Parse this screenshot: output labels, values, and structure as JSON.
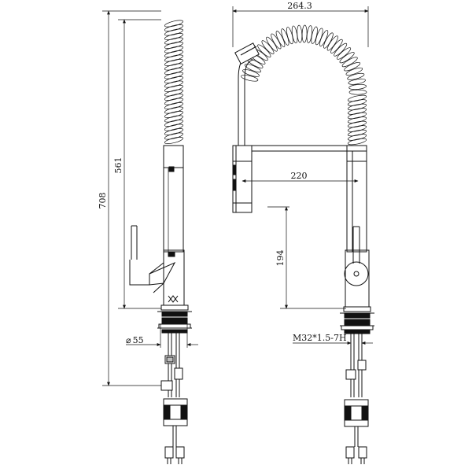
{
  "dimensions": {
    "total_height": "708",
    "spout_height": "561",
    "width": "264.3",
    "reach": "220",
    "handle_height": "194",
    "base_diameter": "55",
    "thread": "M32*1.5-7H"
  },
  "symbols": {
    "diameter": "⌀"
  },
  "colors": {
    "line": "#111111",
    "background": "#ffffff"
  }
}
